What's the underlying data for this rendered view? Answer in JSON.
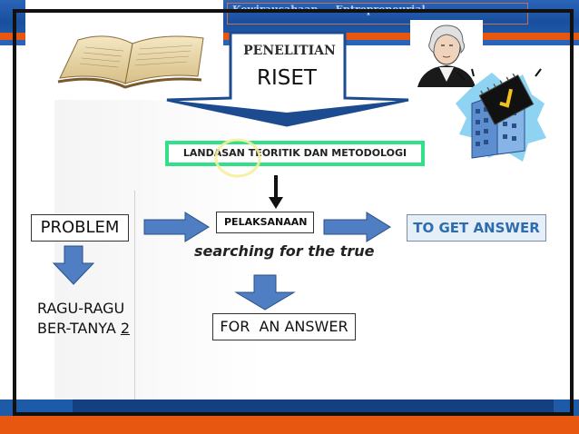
{
  "header": {
    "faded_text": "Kewirausahaan ... Entrepreneurial"
  },
  "callout": {
    "top_label": "PENELITIAN",
    "main_label": "RISET"
  },
  "diagram": {
    "landasan": "LANDASAN TEORITIK DAN METODOLOGI",
    "problem": "PROBLEM",
    "pelaksanaan": "PELAKSANAAN",
    "to_get_answer": "TO GET ANSWER",
    "searching": "searching for the true",
    "ragu_line1": "RAGU-RAGU",
    "ragu_line2_text": "BER-TANYA ",
    "ragu_line2_num": "2",
    "for_answer": "FOR  AN ANSWER"
  },
  "colors": {
    "arrow_fill": "#4f7fc2",
    "arrow_stroke": "#2a4f87",
    "highlight": "#33e08a",
    "brand_blue": "#1d5aa8",
    "brand_orange": "#e8570f"
  }
}
